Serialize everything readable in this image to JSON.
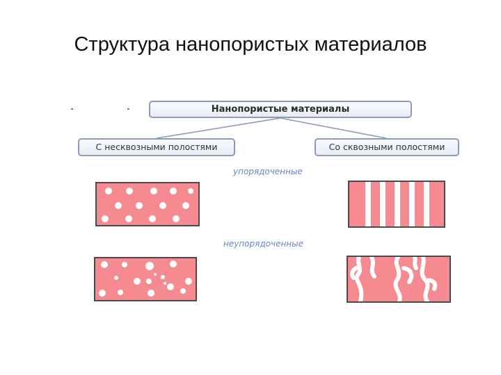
{
  "slide": {
    "title": "Структура нанопористых материалов"
  },
  "diagram": {
    "root_label": "Нанопористые материалы",
    "left_branch_label": "С несквозными полостями",
    "right_branch_label": "Со сквозными полостями",
    "ordered_label": "упорядоченные",
    "unordered_label": "неупорядоченные",
    "colors": {
      "material_fill": "#f58a90",
      "material_border": "#4a4a4a",
      "pore": "#ffffff",
      "box_border": "#8d99b8",
      "italic_label": "#6f84c2"
    },
    "panels": [
      {
        "name": "closed-pores-ordered",
        "pore_type": "closed",
        "order": "ordered"
      },
      {
        "name": "through-pores-ordered",
        "pore_type": "through",
        "order": "ordered"
      },
      {
        "name": "closed-pores-unordered",
        "pore_type": "closed",
        "order": "unordered"
      },
      {
        "name": "through-pores-unordered",
        "pore_type": "through",
        "order": "unordered"
      }
    ]
  }
}
